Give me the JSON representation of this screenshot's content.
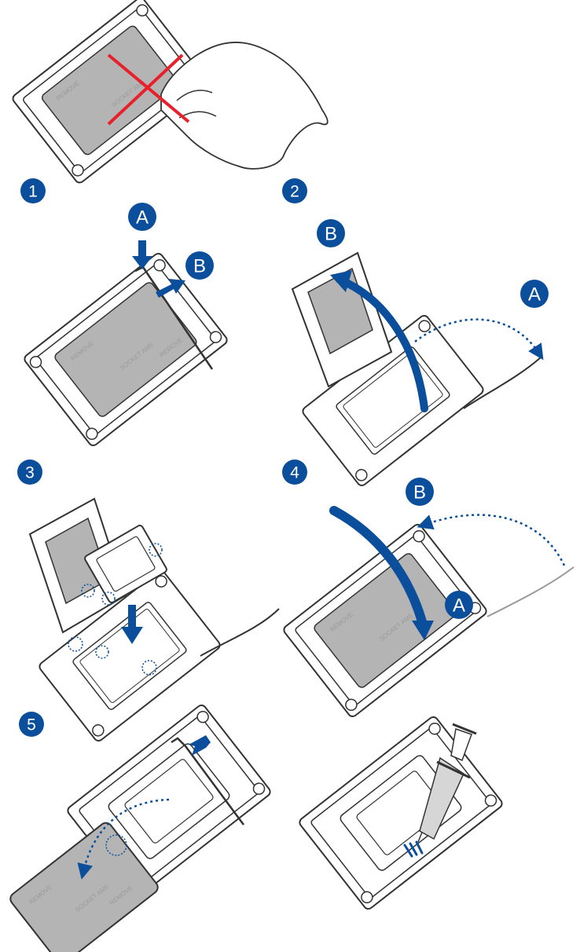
{
  "colors": {
    "accent": "#0b4f9c",
    "red_cross": "#e8202a",
    "chip_gray": "#b4b4b4",
    "line": "#333333"
  },
  "steps": [
    {
      "number": "1"
    },
    {
      "number": "2"
    },
    {
      "number": "3"
    },
    {
      "number": "4"
    },
    {
      "number": "5"
    }
  ],
  "callouts": {
    "a": "A",
    "b": "B"
  },
  "chip_labels": {
    "remove": "REMOVE",
    "socket": "SOCKET AM5"
  }
}
